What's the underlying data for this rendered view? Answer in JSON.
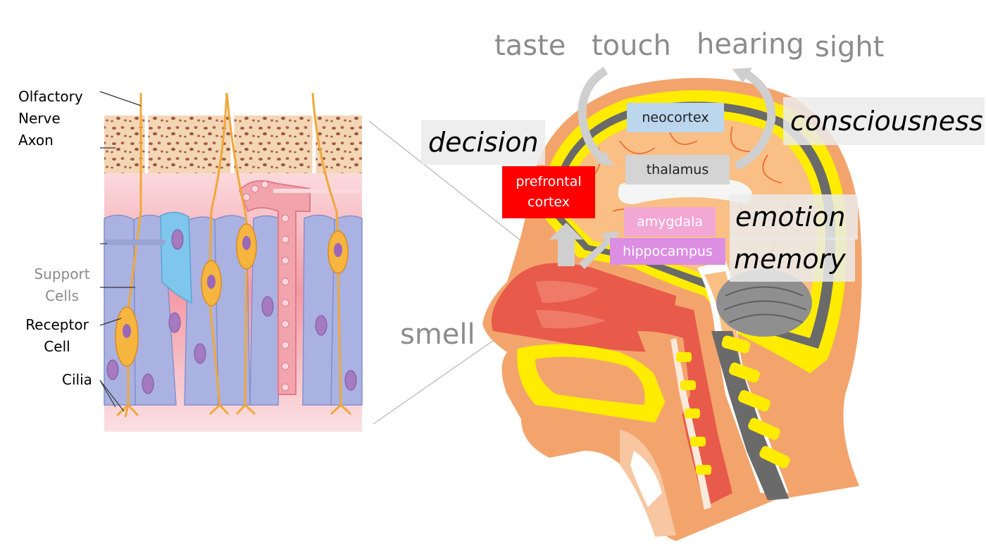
{
  "left_panel": {
    "labels": {
      "olfactory_nerve_axon": [
        "Olfactory",
        "Nerve",
        "Axon"
      ],
      "support_cells": [
        "Support",
        "Cells"
      ],
      "receptor_cell": [
        "Receptor",
        "Cell"
      ],
      "cilia": "Cilia"
    }
  },
  "senses": {
    "taste": "taste",
    "touch": "touch",
    "hearing": "hearing",
    "sight": "sight",
    "smell": "smell"
  },
  "brain_regions": {
    "neocortex": "neocortex",
    "thalamus": "thalamus",
    "prefrontal_cortex": [
      "prefrontal",
      "cortex"
    ],
    "amygdala": "amygdala",
    "hippocampus": "hippocampus"
  },
  "functions": {
    "decision": "decision",
    "consciousness": "consciousness",
    "emotion": "emotion",
    "memory": "memory"
  },
  "colors": {
    "neocortex_box": "#bcd6ee",
    "thalamus_box": "#d4d4d4",
    "prefrontal_box": "#ff0000",
    "amygdala_box": "#f2a7d5",
    "hippocampus_box": "#dc8ee2",
    "skin": "#f3a46c",
    "brain": "#f9bf84",
    "skull_yellow": "#ffed00",
    "support_cells": "#a9b2e0",
    "receptor": "#f6b53f"
  }
}
